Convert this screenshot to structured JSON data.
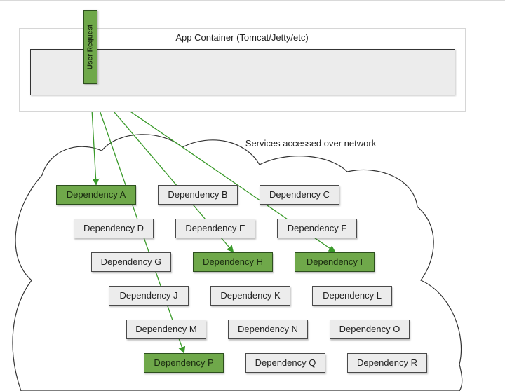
{
  "container": {
    "title": "App Container (Tomcat/Jetty/etc)"
  },
  "user_request": {
    "label": "User Request"
  },
  "network": {
    "label": "Services accessed over network"
  },
  "colors": {
    "active": "#6fa84a",
    "inactive": "#ececec",
    "arrow": "#3a9a2a"
  },
  "dependencies": [
    {
      "label": "Dependency A",
      "active": true
    },
    {
      "label": "Dependency B",
      "active": false
    },
    {
      "label": "Dependency C",
      "active": false
    },
    {
      "label": "Dependency D",
      "active": false
    },
    {
      "label": "Dependency E",
      "active": false
    },
    {
      "label": "Dependency F",
      "active": false
    },
    {
      "label": "Dependency G",
      "active": false
    },
    {
      "label": "Dependency H",
      "active": true
    },
    {
      "label": "Dependency I",
      "active": true
    },
    {
      "label": "Dependency J",
      "active": false
    },
    {
      "label": "Dependency K",
      "active": false
    },
    {
      "label": "Dependency L",
      "active": false
    },
    {
      "label": "Dependency M",
      "active": false
    },
    {
      "label": "Dependency N",
      "active": false
    },
    {
      "label": "Dependency O",
      "active": false
    },
    {
      "label": "Dependency P",
      "active": true
    },
    {
      "label": "Dependency Q",
      "active": false
    },
    {
      "label": "Dependency R",
      "active": false
    }
  ]
}
